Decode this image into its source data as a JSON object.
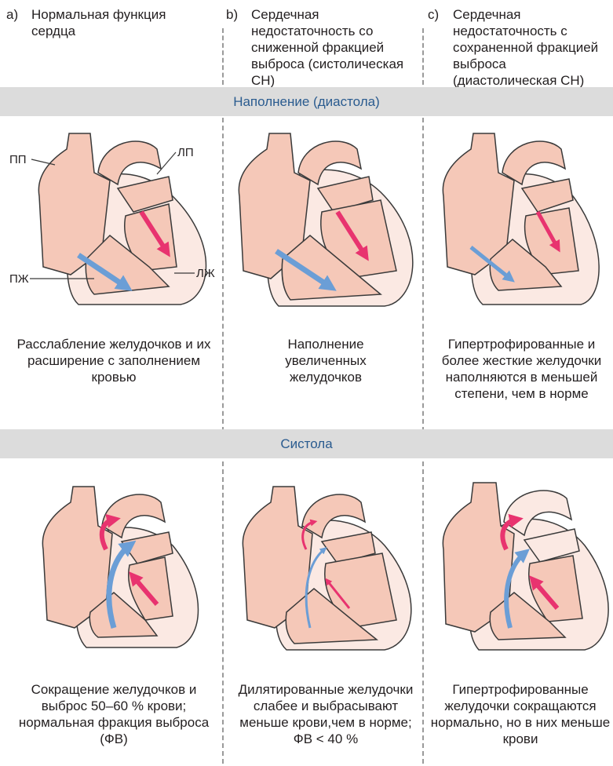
{
  "columns": [
    {
      "letter": "a)",
      "title": "Нормальная функция сердца"
    },
    {
      "letter": "b)",
      "title": "Сердечная недостаточность со сниженной фракцией выброса (систолическая СН)"
    },
    {
      "letter": "c)",
      "title": "Сердечная недостаточность с сохраненной фракцией выброса (диастолическая СН)"
    }
  ],
  "bands": {
    "filling": "Наполнение (диастола)",
    "systole": "Систола"
  },
  "labels": {
    "ra": "ПП",
    "la": "ЛП",
    "rv": "ПЖ",
    "lv": "ЛЖ"
  },
  "captions": {
    "filling": [
      "Расслабление желудочков и их расширение с заполнением кровью",
      "Наполнение увеличенных желудочков",
      "Гипертрофированные и более жесткие желудочки наполняются в меньшей степени, чем в норме"
    ],
    "systole": [
      "Сокращение желудочков и выброс 50–60 % крови; нормальная фракция выброса (ФВ)",
      "Дилятированные желудочки слабее и выбрасывают меньше крови,чем в норме; ФВ < 40 %",
      "Гипертрофированные желудочки сокращаются нормально, но в них меньше крови"
    ]
  },
  "colors": {
    "tissue": "#f5c8b8",
    "pericardium": "#fbe9e3",
    "outline": "#3a3a3a",
    "blue_arrow": "#6b9ed6",
    "pink_arrow": "#e8336f",
    "band": "#dcdcdc",
    "band_text": "#2a5b8f"
  }
}
